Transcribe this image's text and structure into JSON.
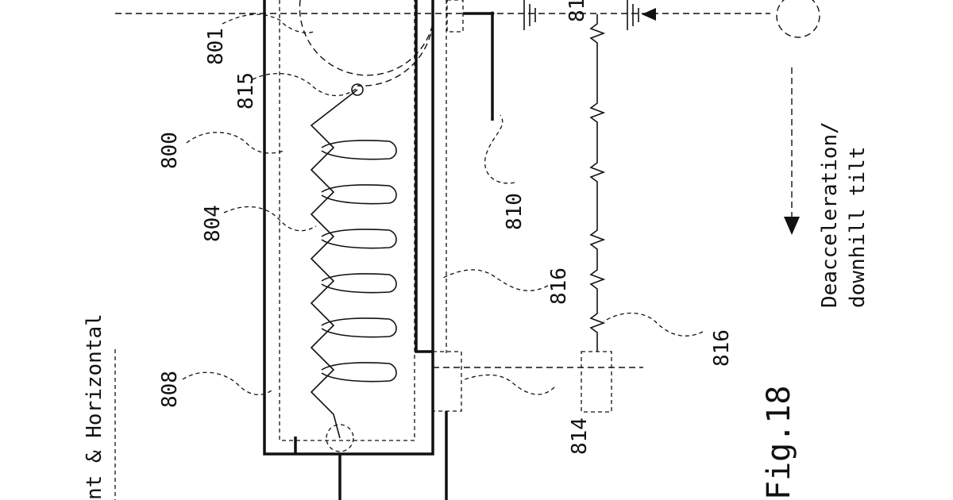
{
  "figure": {
    "caption": "Fig.18",
    "note_line1": "Deacceleration/",
    "note_line2": "downhill tilt",
    "partial_text": "nt & Horizontal",
    "partial_ref_top": "81"
  },
  "refs": {
    "r801": "801",
    "r815": "815",
    "r800": "800",
    "r804": "804",
    "r808": "808",
    "r810": "810",
    "r816a": "816",
    "r816b": "816",
    "r814": "814"
  }
}
